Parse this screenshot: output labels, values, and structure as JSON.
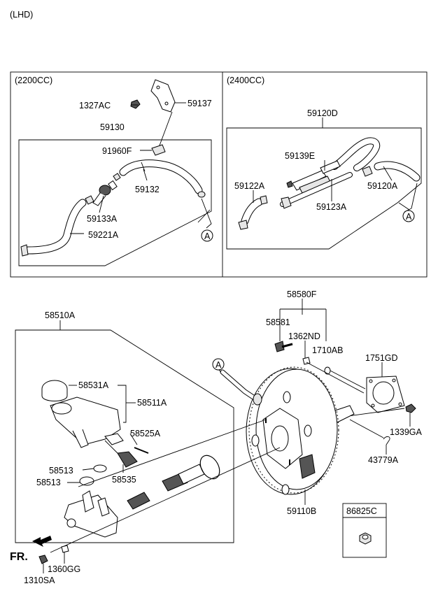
{
  "header": {
    "drive_side": "(LHD)"
  },
  "boxes": {
    "left_title": "(2200CC)",
    "right_title": "(2400CC)"
  },
  "ref_marker": "A",
  "fr_label": "FR.",
  "labels": {
    "p1327AC": "1327AC",
    "p59137": "59137",
    "p59130": "59130",
    "p91960F": "91960F",
    "p59132": "59132",
    "p59133A": "59133A",
    "p59221A": "59221A",
    "p59120D": "59120D",
    "p59139E": "59139E",
    "p59122A": "59122A",
    "p59120A": "59120A",
    "p59123A": "59123A",
    "p58580F": "58580F",
    "p58581": "58581",
    "p1362ND": "1362ND",
    "p1710AB": "1710AB",
    "p1751GD": "1751GD",
    "p1339GA": "1339GA",
    "p43779A": "43779A",
    "p59110B": "59110B",
    "p86825C": "86825C",
    "p58510A": "58510A",
    "p58531A": "58531A",
    "p58511A": "58511A",
    "p58525A": "58525A",
    "p58513a": "58513",
    "p58513b": "58513",
    "p58535": "58535",
    "p1360GG": "1360GG",
    "p1310SA": "1310SA"
  }
}
